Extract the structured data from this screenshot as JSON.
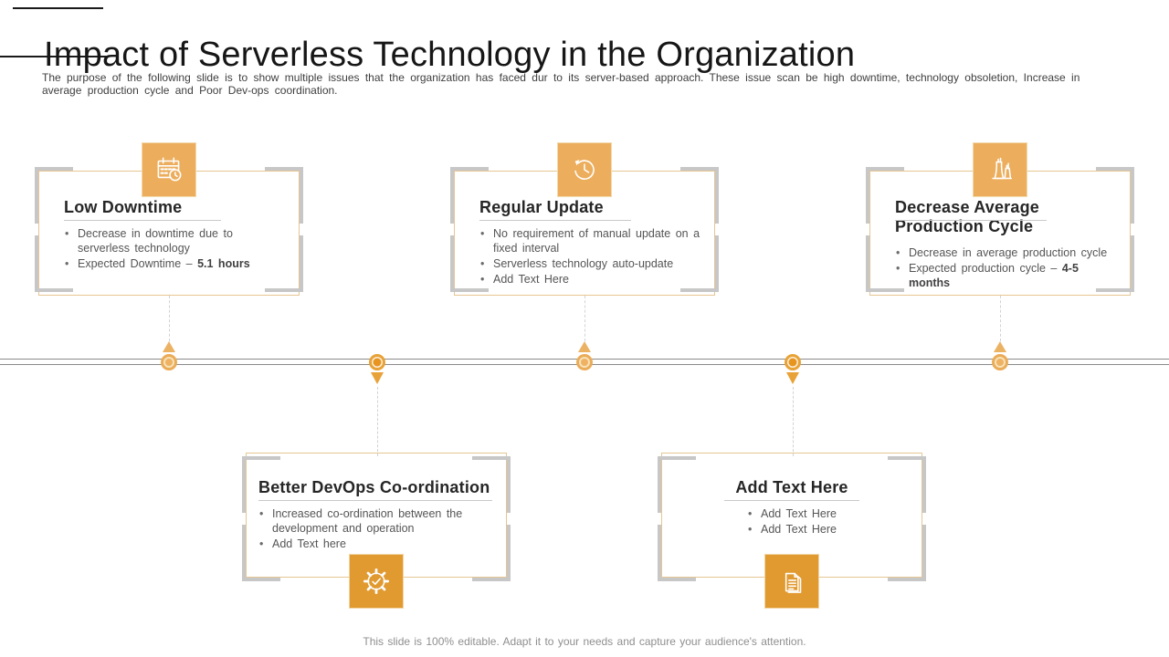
{
  "slide": {
    "title": "Impact of Serverless Technology in the Organization",
    "subtitle": "The purpose of the following slide is to show multiple issues that the organization has faced dur to its server-based approach. These issue scan be high downtime, technology obsoletion, Increase in average production cycle and Poor Dev-ops coordination.",
    "footer": "This slide is 100% editable. Adapt it to your needs and capture your audience's attention."
  },
  "colors": {
    "accent_light": "#ECAD5C",
    "accent_dark": "#E19A30",
    "tan_border": "#E6C693",
    "bracket_gray": "#C7C7C7",
    "timeline_gray": "#8A8A8A",
    "heading_text": "#262626",
    "body_text": "#555555",
    "footer_text": "#8F8F8F"
  },
  "boxes": [
    {
      "title": "Low Downtime",
      "icon": "calendar-clock-icon",
      "bullets": [
        {
          "text": "Decrease in downtime due to serverless technology"
        },
        {
          "text": "Expected Downtime –",
          "bold": "5.1 hours"
        }
      ]
    },
    {
      "title": "Regular Update",
      "icon": "update-history-clock-icon",
      "bullets": [
        {
          "text": "No requirement of manual update on a fixed interval"
        },
        {
          "text": "Serverless technology auto-update"
        },
        {
          "text": "Add Text Here"
        }
      ]
    },
    {
      "title": "Decrease Average Production Cycle",
      "icon": "production-plant-icon",
      "bullets": [
        {
          "text": "Decrease in average production cycle"
        },
        {
          "text": "Expected production cycle –",
          "bold": "4-5 months"
        }
      ]
    },
    {
      "title": "Better DevOps Co-ordination",
      "icon": "gear-check-icon",
      "bullets": [
        {
          "text": "Increased co-ordination between the development and operation"
        },
        {
          "text": "Add Text here"
        }
      ]
    },
    {
      "title": "Add Text Here",
      "icon": "document-icon",
      "bullets": [
        {
          "text": "Add Text Here"
        },
        {
          "text": "Add Text Here"
        }
      ]
    }
  ]
}
